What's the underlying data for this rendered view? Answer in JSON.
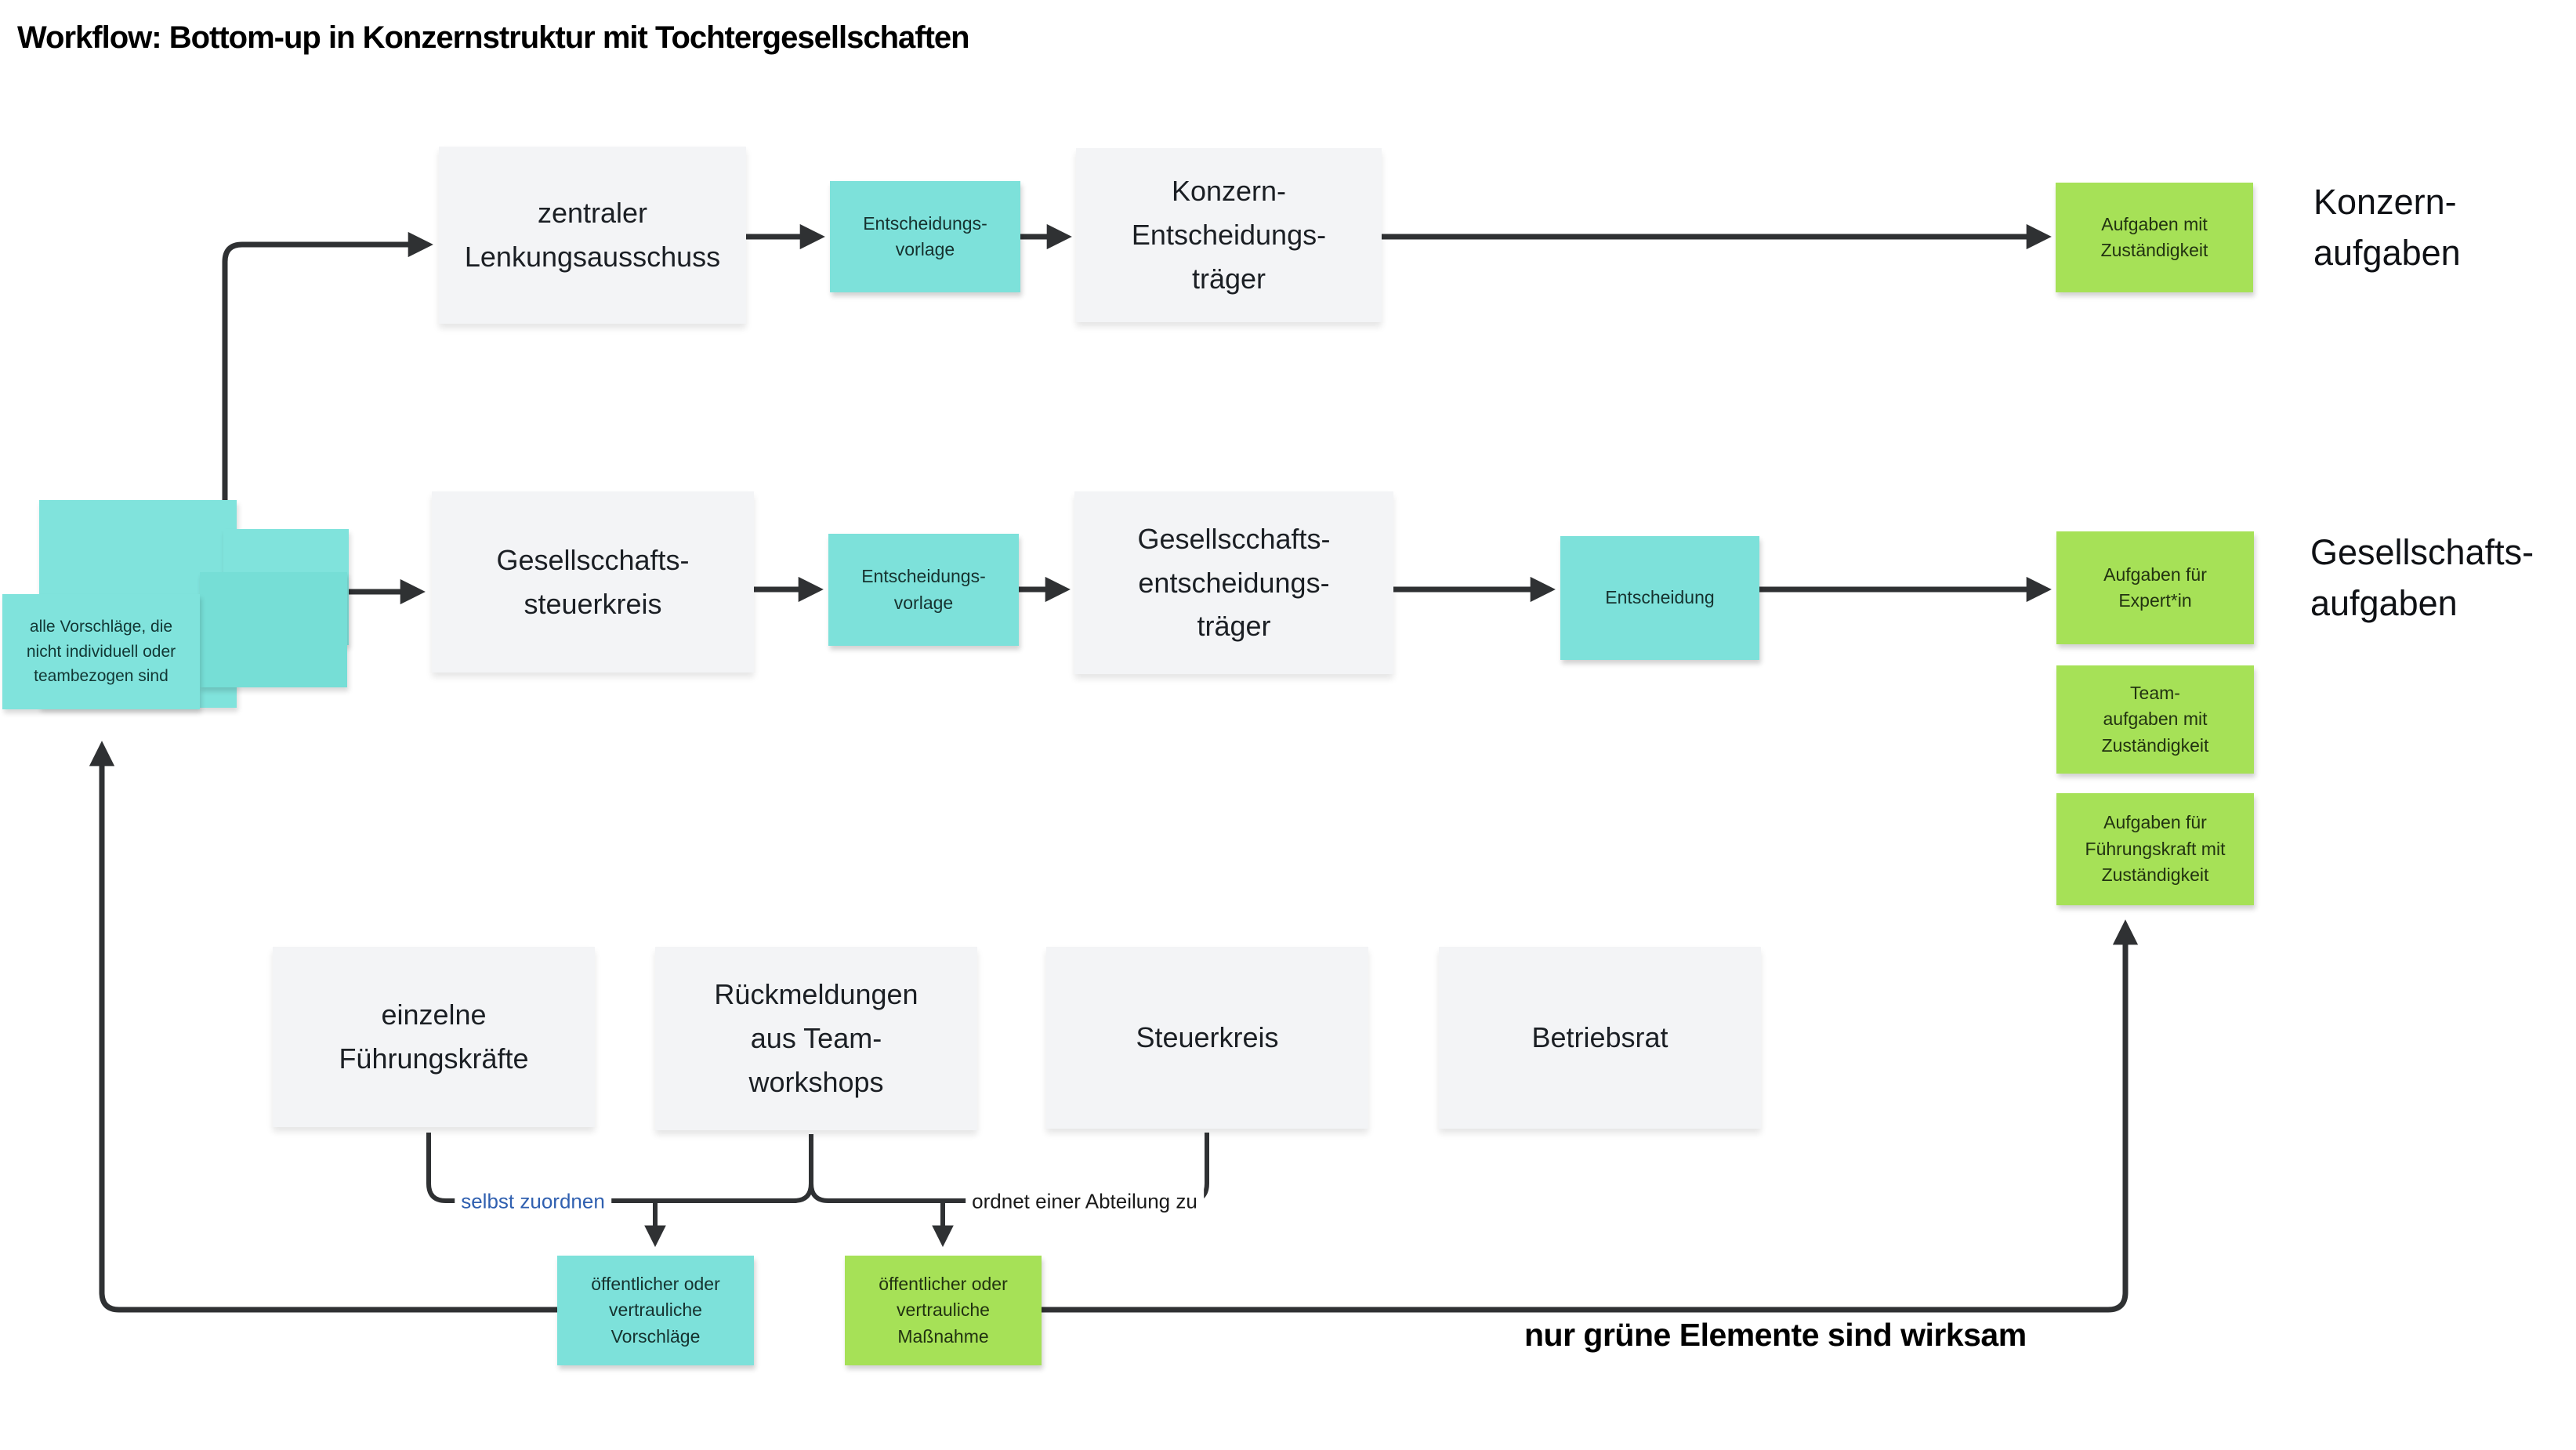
{
  "title": "Workflow: Bottom-up in Konzernstruktur mit Tochtergesellschaften",
  "colors": {
    "teal": "#7de1da",
    "green": "#a6e157",
    "gray_box": "#f3f4f6",
    "arrow": "#2f3133",
    "link_blue": "#3060b0"
  },
  "konzern_row": {
    "lenkungsausschuss": "zentraler\nLenkungsausschuss",
    "vorlage": "Entscheidungs-\nvorlage",
    "traeger": "Konzern-\nEntscheidungs-\nträger",
    "aufgaben": "Aufgaben mit\nZuständigkeit",
    "label": "Konzern-\naufgaben"
  },
  "gesellschaft_row": {
    "sticky_note": "alle Vorschläge, die\nnicht individuell oder\nteambezogen sind",
    "steuerkreis": "Gesellscchafts-\nsteuerkreis",
    "vorlage": "Entscheidungs-\nvorlage",
    "traeger": "Gesellscchafts-\nentscheidungs-\nträger",
    "entscheidung": "Entscheidung",
    "aufgaben_expert": "Aufgaben für\nExpert*in",
    "team_aufgaben": "Team-\naufgaben mit\nZuständigkeit",
    "aufgaben_fuehrung": "Aufgaben für\nFührungskraft mit\nZuständigkeit",
    "label": "Gesellschafts-\naufgaben"
  },
  "quellen_row": {
    "fuehrungskraefte": "einzelne\nFührungskräfte",
    "rueckmeldungen": "Rückmeldungen\naus Team-\nworkshops",
    "steuerkreis": "Steuerkreis",
    "betriebsrat": "Betriebsrat"
  },
  "zuordnung": {
    "selbst_zuordnen": "selbst zuordnen",
    "ordnet_abteilung": "ordnet einer Abteilung zu",
    "vorschlaege": "öffentlicher oder\nvertrauliche\nVorschläge",
    "massnahme": "öffentlicher oder\nvertrauliche\nMaßnahme",
    "hinweis": "nur grüne Elemente sind wirksam"
  }
}
